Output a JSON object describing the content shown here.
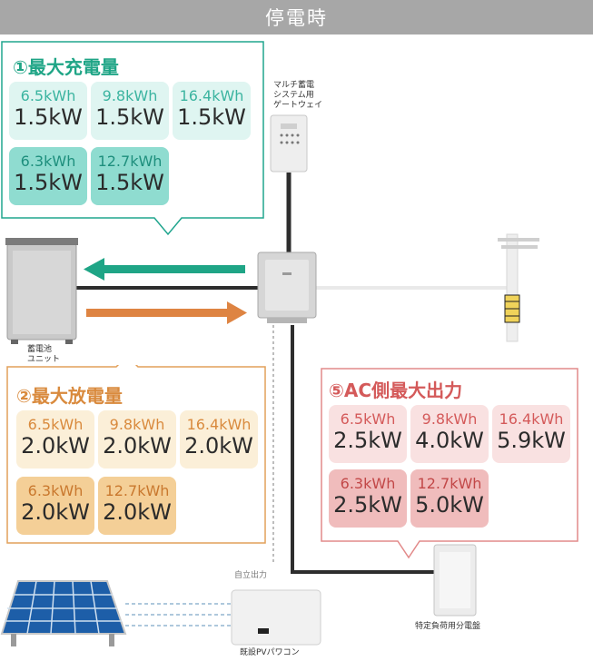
{
  "header": {
    "title": "停電時"
  },
  "charge": {
    "title": "①最大充電量",
    "cards": [
      {
        "cap": "6.5kWh",
        "pw": "1.5kW"
      },
      {
        "cap": "9.8kWh",
        "pw": "1.5kW"
      },
      {
        "cap": "16.4kWh",
        "pw": "1.5kW"
      },
      {
        "cap": "6.3kWh",
        "pw": "1.5kW"
      },
      {
        "cap": "12.7kWh",
        "pw": "1.5kW"
      }
    ]
  },
  "discharge": {
    "title": "②最大放電量",
    "cards": [
      {
        "cap": "6.5kWh",
        "pw": "2.0kW"
      },
      {
        "cap": "9.8kWh",
        "pw": "2.0kW"
      },
      {
        "cap": "16.4kWh",
        "pw": "2.0kW"
      },
      {
        "cap": "6.3kWh",
        "pw": "2.0kW"
      },
      {
        "cap": "12.7kWh",
        "pw": "2.0kW"
      }
    ]
  },
  "ac": {
    "title": "⑤AC側最大出力",
    "cards": [
      {
        "cap": "6.5kWh",
        "pw": "2.5kW"
      },
      {
        "cap": "9.8kWh",
        "pw": "4.0kW"
      },
      {
        "cap": "16.4kWh",
        "pw": "5.9kW"
      },
      {
        "cap": "6.3kWh",
        "pw": "2.5kW"
      },
      {
        "cap": "12.7kWh",
        "pw": "5.0kW"
      }
    ]
  },
  "labels": {
    "gateway": [
      "マルチ蓄電",
      "システム用",
      "ゲートウェイ"
    ],
    "battery": [
      "蓄電池",
      "ユニット"
    ],
    "self_output": "自立出力",
    "pv_conditioner": "既設PVパワコン",
    "distribution_board": "特定負荷用分電盤"
  },
  "colors": {
    "charge_text": "#3bb4a0",
    "charge_light": "#dff5f1",
    "charge_dark": "#8fdcd0",
    "charge_border": "#20a58e",
    "discharge_text": "#d98a3d",
    "discharge_light": "#fbefd8",
    "discharge_dark": "#f4cf97",
    "discharge_border": "#e2a05a",
    "ac_text": "#d45a5a",
    "ac_light": "#f9e1e1",
    "ac_dark": "#f0bcbc",
    "ac_border": "#e28a8a"
  }
}
